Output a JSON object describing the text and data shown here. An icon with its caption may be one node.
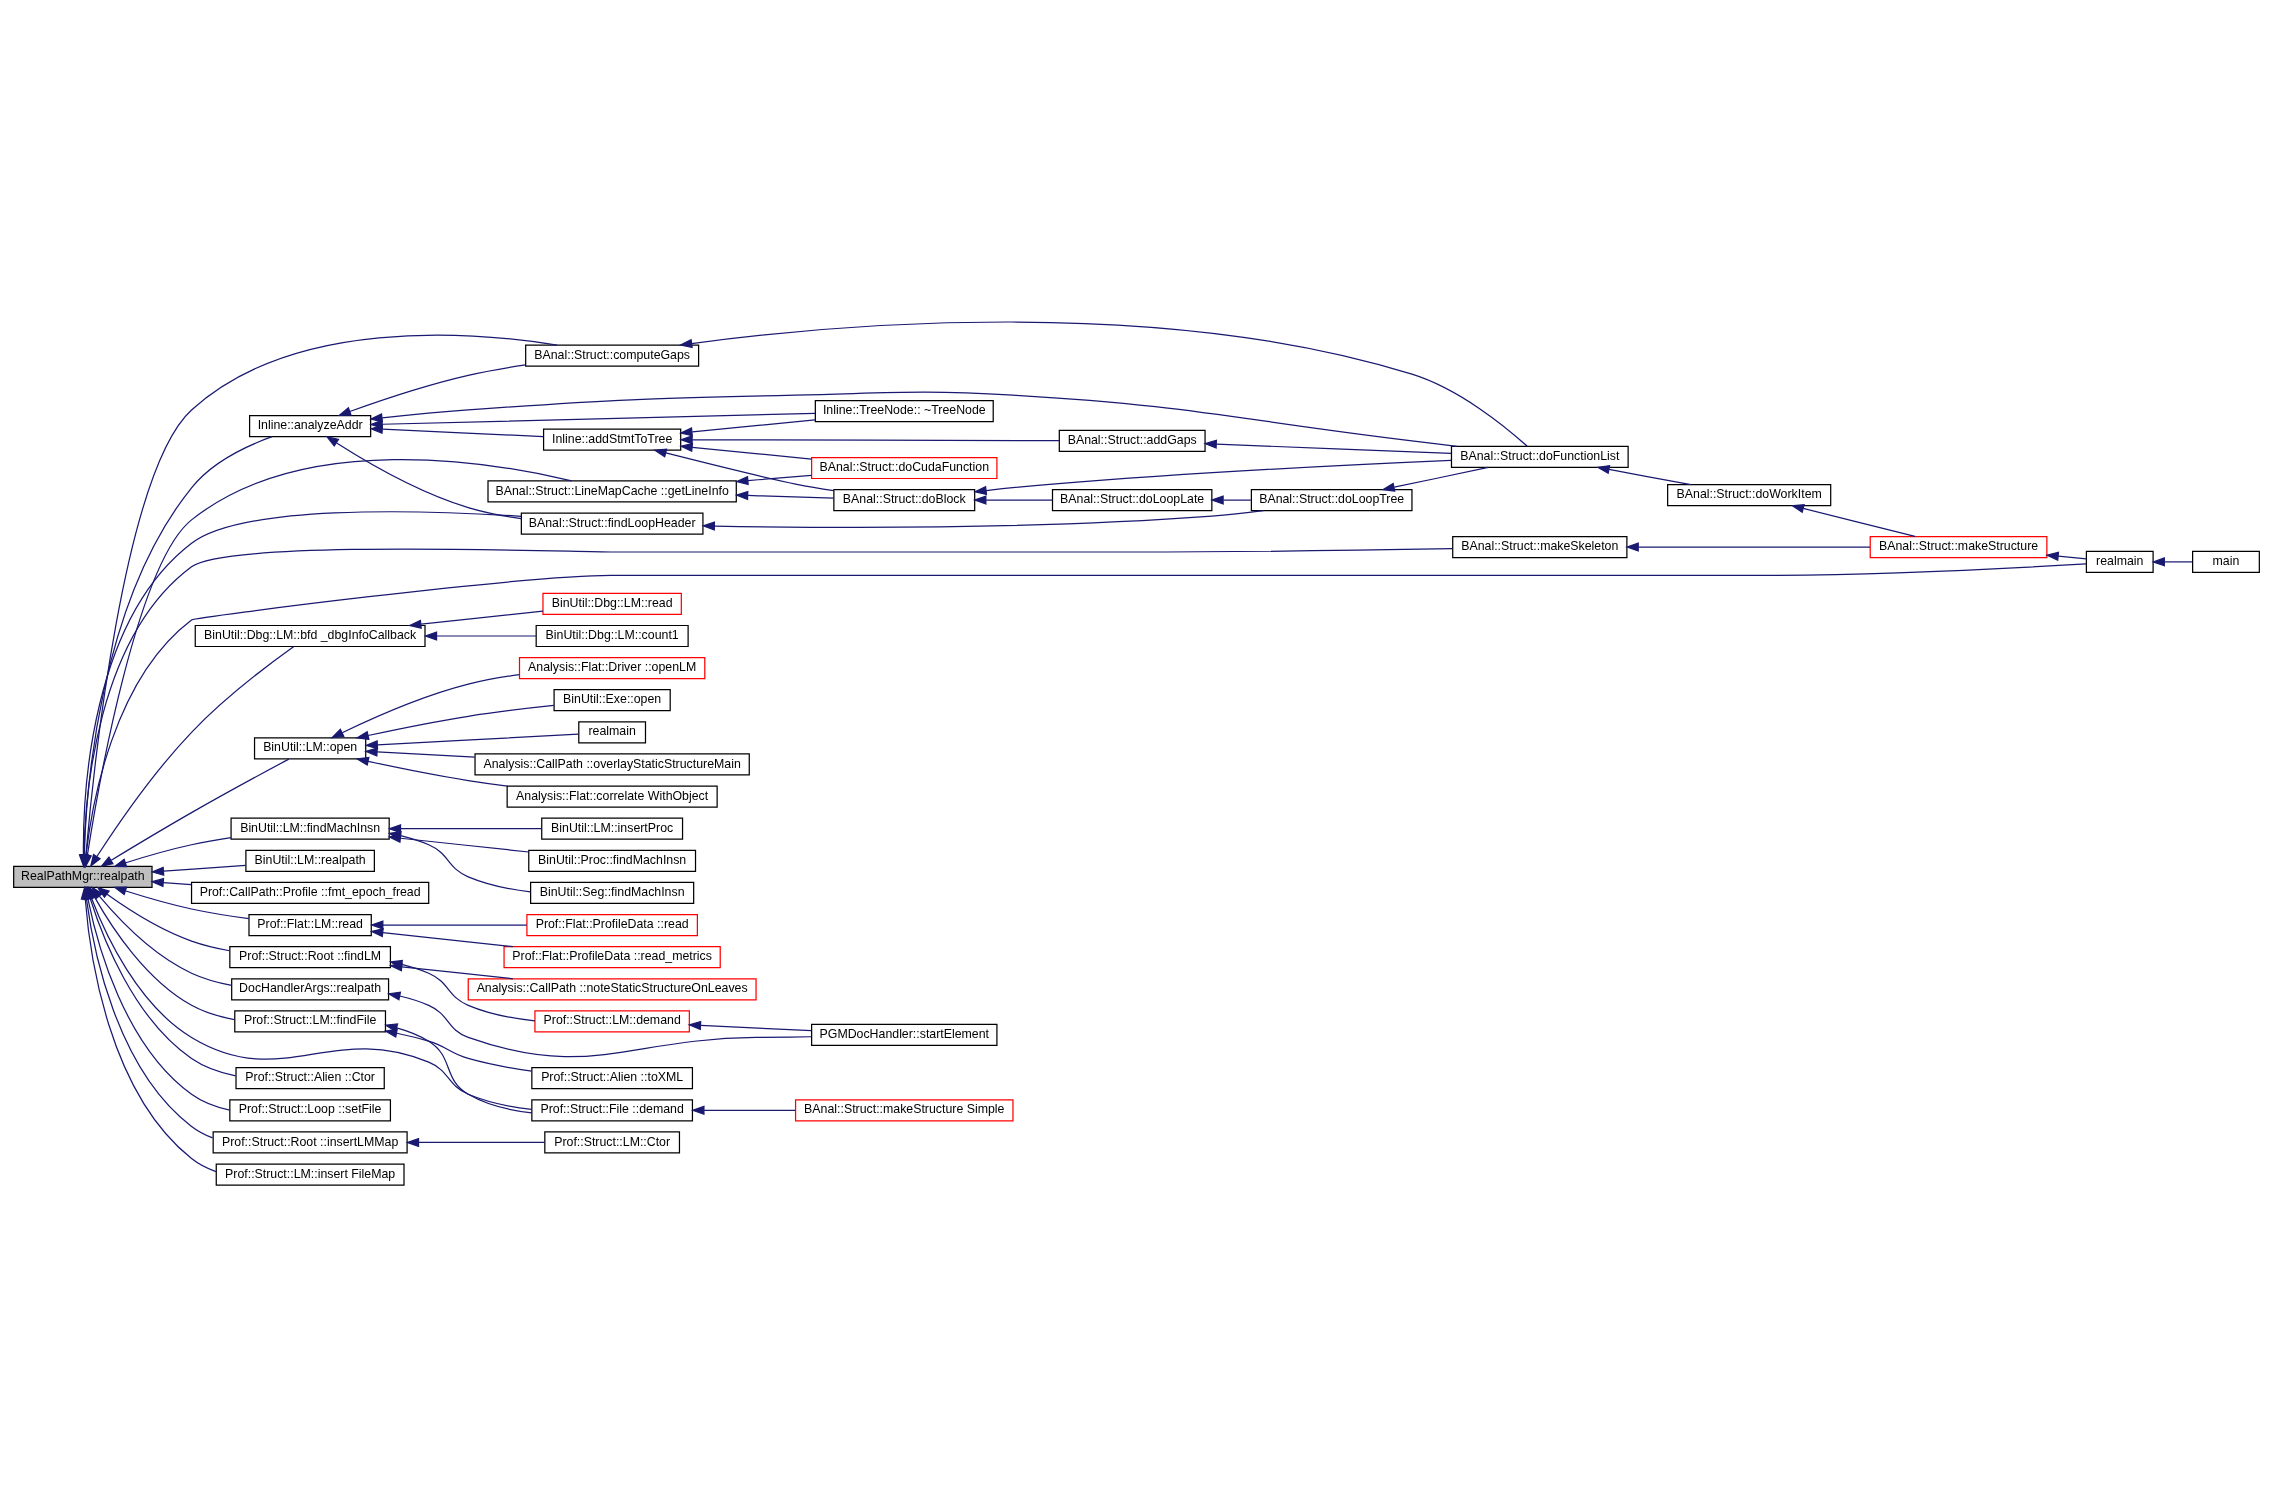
{
  "diagram": {
    "nodes": [
      {
        "text": [
          "RealPathMgr::realpath"
        ]
      },
      {
        "text": [
          "Inline::analyzeAddr"
        ]
      },
      {
        "text": [
          "BAnal::Struct::computeGaps"
        ]
      },
      {
        "text": [
          "BAnal::Struct::makeSkeleton"
        ]
      },
      {
        "text": [
          "realmain"
        ]
      },
      {
        "text": [
          "main"
        ]
      },
      {
        "text": [
          "BAnal::Struct::makeStructure"
        ]
      },
      {
        "text": [
          "BAnal::Struct::doWorkItem"
        ]
      },
      {
        "text": [
          "BAnal::Struct::doFunctionList"
        ]
      },
      {
        "text": [
          "BAnal::Struct::addGaps"
        ]
      },
      {
        "text": [
          "Inline::TreeNode:: ~TreeNode"
        ]
      },
      {
        "text": [
          "Inline::addStmtToTree"
        ]
      },
      {
        "text": [
          "BAnal::Struct::doCudaFunction"
        ]
      },
      {
        "text": [
          "BAnal::Struct::LineMapCache ::getLineInfo"
        ]
      },
      {
        "text": [
          "BAnal::Struct::doBlock"
        ]
      },
      {
        "text": [
          "BAnal::Struct::findLoopHeader"
        ]
      },
      {
        "text": [
          "BAnal::Struct::doLoopLate"
        ]
      },
      {
        "text": [
          "BAnal::Struct::doLoopTree"
        ]
      },
      {
        "text": [
          "BinUtil::Dbg::LM::bfd _dbgInfoCallback"
        ]
      },
      {
        "text": [
          "BinUtil::Dbg::LM::read"
        ]
      },
      {
        "text": [
          "BinUtil::Dbg::LM::count1"
        ]
      },
      {
        "text": [
          "BinUtil::LM::open"
        ]
      },
      {
        "text": [
          "realmain"
        ]
      },
      {
        "text": [
          "Analysis::CallPath ::overlayStaticStructureMain"
        ]
      },
      {
        "text": [
          "Analysis::Flat::correlate WithObject"
        ]
      },
      {
        "text": [
          "Analysis::Flat::Driver ::openLM"
        ]
      },
      {
        "text": [
          "BinUtil::Exe::open"
        ]
      },
      {
        "text": [
          "BinUtil::LM::findMachInsn"
        ]
      },
      {
        "text": [
          "BinUtil::Proc::findMachInsn"
        ]
      },
      {
        "text": [
          "BinUtil::Seg::findMachInsn"
        ]
      },
      {
        "text": [
          "BinUtil::LM::insertProc"
        ]
      },
      {
        "text": [
          "BinUtil::LM::realpath"
        ]
      },
      {
        "text": [
          "Prof::CallPath::Profile ::fmt_epoch_fread"
        ]
      },
      {
        "text": [
          "Prof::Flat::LM::read"
        ]
      },
      {
        "text": [
          "Prof::Flat::ProfileData ::read"
        ]
      },
      {
        "text": [
          "Prof::Flat::ProfileData ::read_metrics"
        ]
      },
      {
        "text": [
          "Prof::Struct::Root ::findLM"
        ]
      },
      {
        "text": [
          "Analysis::CallPath ::noteStaticStructureOnLeaves"
        ]
      },
      {
        "text": [
          "Prof::Struct::LM::demand"
        ]
      },
      {
        "text": [
          "PGMDocHandler::startElement"
        ]
      },
      {
        "text": [
          "DocHandlerArgs::realpath"
        ]
      },
      {
        "text": [
          "Prof::Struct::LM::findFile"
        ]
      },
      {
        "text": [
          "Prof::Struct::File ::demand"
        ]
      },
      {
        "text": [
          "BAnal::Struct::makeStructure Simple"
        ]
      },
      {
        "text": [
          "Prof::Struct::Alien ::Ctor"
        ]
      },
      {
        "text": [
          "Prof::Struct::Alien ::toXML"
        ]
      },
      {
        "text": [
          "Prof::Struct::Loop ::setFile"
        ]
      },
      {
        "text": [
          "Prof::Struct::Root ::insertLMMap"
        ]
      },
      {
        "text": [
          "Prof::Struct::LM::Ctor"
        ]
      },
      {
        "text": [
          "Prof::Struct::LM::insert FileMap"
        ]
      }
    ],
    "edges": [
      {
        "from": 4,
        "to": 0,
        "arrow": "to"
      },
      {
        "from": 3,
        "to": 0,
        "arrow": "to"
      },
      {
        "from": 2,
        "to": 0,
        "arrow": "to"
      },
      {
        "from": 1,
        "to": 0,
        "arrow": "to"
      },
      {
        "from": 13,
        "to": 0,
        "arrow": "to"
      },
      {
        "from": 15,
        "to": 0,
        "arrow": "to"
      },
      {
        "from": 18,
        "to": 0,
        "arrow": "to"
      },
      {
        "from": 21,
        "to": 0,
        "arrow": "to"
      },
      {
        "from": 27,
        "to": 0,
        "arrow": "to"
      },
      {
        "from": 31,
        "to": 0,
        "arrow": "to"
      },
      {
        "from": 32,
        "to": 0,
        "arrow": "to"
      },
      {
        "from": 33,
        "to": 0,
        "arrow": "to"
      },
      {
        "from": 36,
        "to": 0,
        "arrow": "to"
      },
      {
        "from": 40,
        "to": 0,
        "arrow": "to"
      },
      {
        "from": 42,
        "to": 0,
        "arrow": "to"
      },
      {
        "from": 41,
        "to": 0,
        "arrow": "to"
      },
      {
        "from": 44,
        "to": 0,
        "arrow": "to"
      },
      {
        "from": 46,
        "to": 0,
        "arrow": "to"
      },
      {
        "from": 47,
        "to": 0,
        "arrow": "to"
      },
      {
        "from": 49,
        "to": 0,
        "arrow": "to"
      },
      {
        "from": 2,
        "to": 1,
        "arrow": "to"
      },
      {
        "from": 8,
        "to": 1,
        "arrow": "to"
      },
      {
        "from": 10,
        "to": 1,
        "arrow": "to"
      },
      {
        "from": 11,
        "to": 1,
        "arrow": "to"
      },
      {
        "from": 15,
        "to": 1,
        "arrow": "to"
      },
      {
        "from": 8,
        "to": 2,
        "arrow": "to"
      },
      {
        "from": 6,
        "to": 3,
        "arrow": "to"
      },
      {
        "from": 5,
        "to": 4,
        "arrow": "to"
      },
      {
        "from": 4,
        "to": 6,
        "arrow": "to"
      },
      {
        "from": 6,
        "to": 7,
        "arrow": "to"
      },
      {
        "from": 7,
        "to": 8,
        "arrow": "to"
      },
      {
        "from": 8,
        "to": 9,
        "arrow": "to"
      },
      {
        "from": 10,
        "to": 11,
        "arrow": "to"
      },
      {
        "from": 9,
        "to": 11,
        "arrow": "to"
      },
      {
        "from": 12,
        "to": 11,
        "arrow": "to"
      },
      {
        "from": 14,
        "to": 11,
        "arrow": "to"
      },
      {
        "from": 12,
        "to": 13,
        "arrow": "to"
      },
      {
        "from": 14,
        "to": 13,
        "arrow": "to"
      },
      {
        "from": 8,
        "to": 14,
        "arrow": "to"
      },
      {
        "from": 16,
        "to": 14,
        "arrow": "to"
      },
      {
        "from": 17,
        "to": 15,
        "arrow": "to"
      },
      {
        "from": 17,
        "to": 16,
        "arrow": "to"
      },
      {
        "from": 8,
        "to": 17,
        "arrow": "to"
      },
      {
        "from": 19,
        "to": 18,
        "arrow": "to"
      },
      {
        "from": 20,
        "to": 18,
        "arrow": "to"
      },
      {
        "from": 22,
        "to": 21,
        "arrow": "to"
      },
      {
        "from": 23,
        "to": 21,
        "arrow": "to"
      },
      {
        "from": 24,
        "to": 21,
        "arrow": "to"
      },
      {
        "from": 25,
        "to": 21,
        "arrow": "to"
      },
      {
        "from": 26,
        "to": 21,
        "arrow": "to"
      },
      {
        "from": 28,
        "to": 27,
        "arrow": "to"
      },
      {
        "from": 29,
        "to": 27,
        "arrow": "to"
      },
      {
        "from": 30,
        "to": 27,
        "arrow": "to"
      },
      {
        "from": 34,
        "to": 33,
        "arrow": "to"
      },
      {
        "from": 35,
        "to": 33,
        "arrow": "to"
      },
      {
        "from": 37,
        "to": 36,
        "arrow": "to"
      },
      {
        "from": 38,
        "to": 36,
        "arrow": "to"
      },
      {
        "from": 39,
        "to": 38,
        "arrow": "to"
      },
      {
        "from": 39,
        "to": 40,
        "arrow": "to"
      },
      {
        "from": 42,
        "to": 41,
        "arrow": "to"
      },
      {
        "from": 45,
        "to": 41,
        "arrow": "to"
      },
      {
        "from": 43,
        "to": 42,
        "arrow": "to"
      },
      {
        "from": 48,
        "to": 47,
        "arrow": "to"
      }
    ]
  }
}
